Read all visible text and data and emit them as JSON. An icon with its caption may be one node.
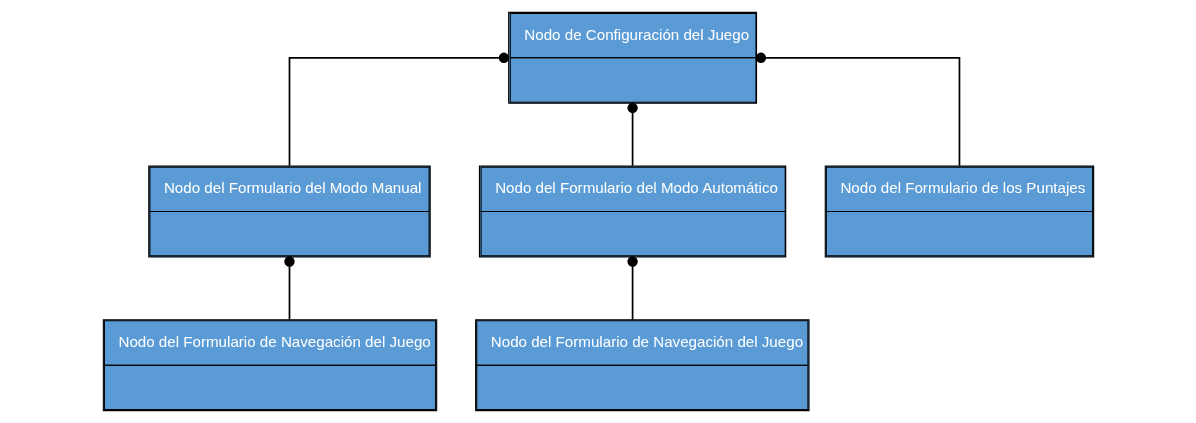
{
  "diagram": {
    "nodes": [
      {
        "text": [
          "Nodo de Configuración del Juego"
        ]
      },
      {
        "text": [
          "Nodo del Formulario del Modo Manual"
        ]
      },
      {
        "text": [
          "Nodo del Formulario del Modo Automático"
        ]
      },
      {
        "text": [
          "Nodo del Formulario de los Puntajes"
        ]
      },
      {
        "text": [
          "Nodo del Formulario de Navegación del Juego"
        ]
      },
      {
        "text": [
          "Nodo del Formulario de Navegación del Juego"
        ]
      }
    ],
    "edges": [
      {
        "from": 0,
        "to": 1,
        "arrow": "other"
      },
      {
        "from": 0,
        "to": 2,
        "arrow": "other"
      },
      {
        "from": 0,
        "to": 3,
        "arrow": "other"
      },
      {
        "from": 1,
        "to": 4,
        "arrow": "other"
      },
      {
        "from": 2,
        "to": 5,
        "arrow": "other"
      }
    ]
  }
}
